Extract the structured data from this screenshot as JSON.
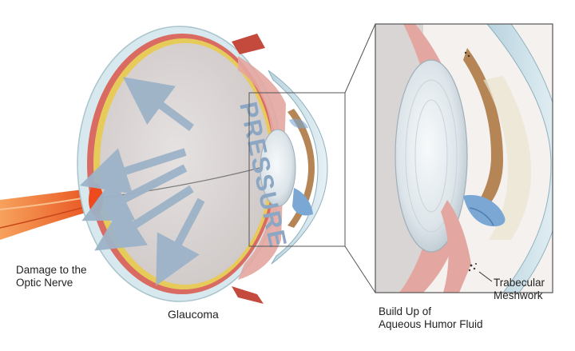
{
  "pressure_word": "PRESSURE",
  "labels": {
    "optic_damage_line1": "Damage to the",
    "optic_damage_line2": "Optic Nerve",
    "glaucoma": "Glaucoma",
    "buildup_line1": "Build Up of",
    "buildup_line2": "Aqueous Humor Fluid",
    "trabecular_line1": "Trabecular",
    "trabecular_line2": "Meshwork"
  },
  "colors": {
    "sclera_outer": "#cfe4ea",
    "choroid": "#d96b62",
    "retina": "#e7cb5a",
    "vitreous": "#d9d5d4",
    "arrow": "#9db3c8",
    "pressure_text": "#8ba7c4",
    "optic_nerve": "#f07a2a",
    "iris_brown": "#b58555",
    "fluid_blue": "#7aa7d4",
    "ciliary_pink": "#e4a6a0",
    "lens": "#e3eaee"
  }
}
